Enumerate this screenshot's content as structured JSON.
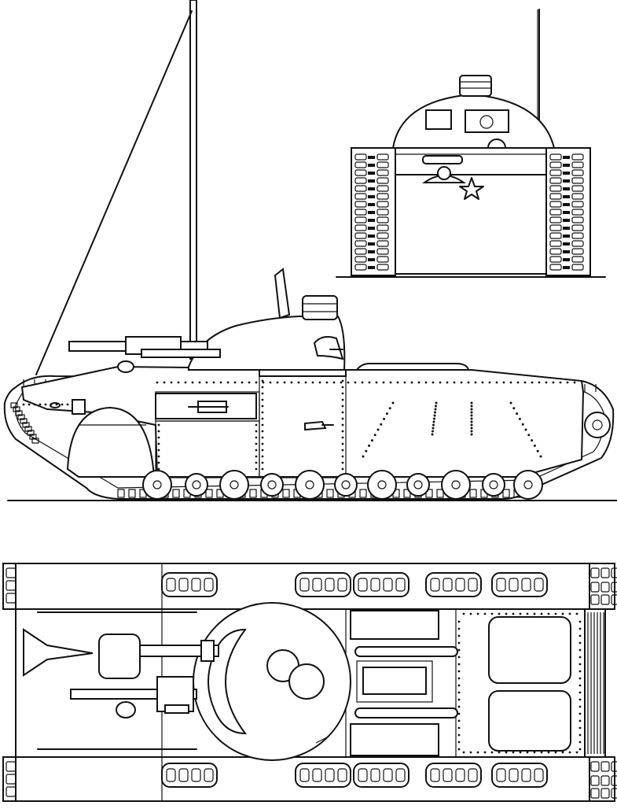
{
  "views": [
    {
      "id": "side",
      "name": "side-view"
    },
    {
      "id": "front",
      "name": "front-view"
    },
    {
      "id": "top",
      "name": "top-view"
    }
  ],
  "markings": {
    "front_star": "star-emblem"
  },
  "colors": {
    "ink": "#111111",
    "paper": "#ffffff"
  }
}
